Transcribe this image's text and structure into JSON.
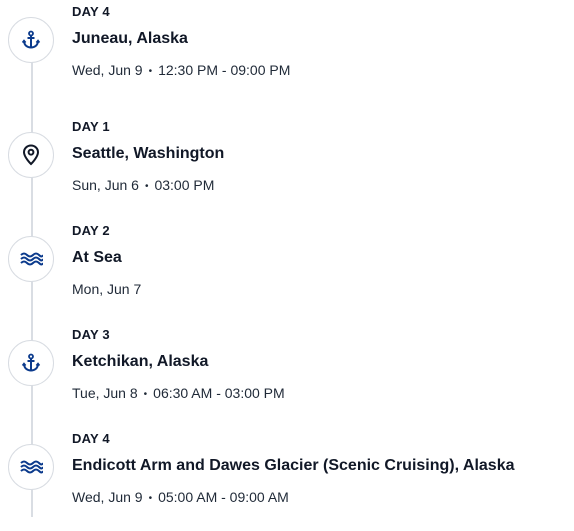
{
  "colors": {
    "icon_blue": "#0b3a8c",
    "timeline": "#d9dde3",
    "text": "#111827"
  },
  "itinerary": [
    {
      "day": "DAY 1",
      "port": "Seattle, Washington",
      "date": "Sun, Jun 6",
      "time": "03:00 PM",
      "icon": "location-pin-icon"
    },
    {
      "day": "DAY 2",
      "port": "At Sea",
      "date": "Mon, Jun 7",
      "time": "",
      "icon": "waves-icon"
    },
    {
      "day": "DAY 3",
      "port": "Ketchikan, Alaska",
      "date": "Tue, Jun 8",
      "time": "06:30 AM - 03:00 PM",
      "icon": "anchor-icon"
    },
    {
      "day": "DAY 4",
      "port": "Endicott Arm and Dawes Glacier (Scenic Cruising), Alaska",
      "date": "Wed, Jun 9",
      "time": "05:00 AM - 09:00 AM",
      "icon": "waves-icon"
    },
    {
      "day": "DAY 4",
      "port": "Juneau, Alaska",
      "date": "Wed, Jun 9",
      "time": "12:30 PM - 09:00 PM",
      "icon": "anchor-icon"
    }
  ]
}
